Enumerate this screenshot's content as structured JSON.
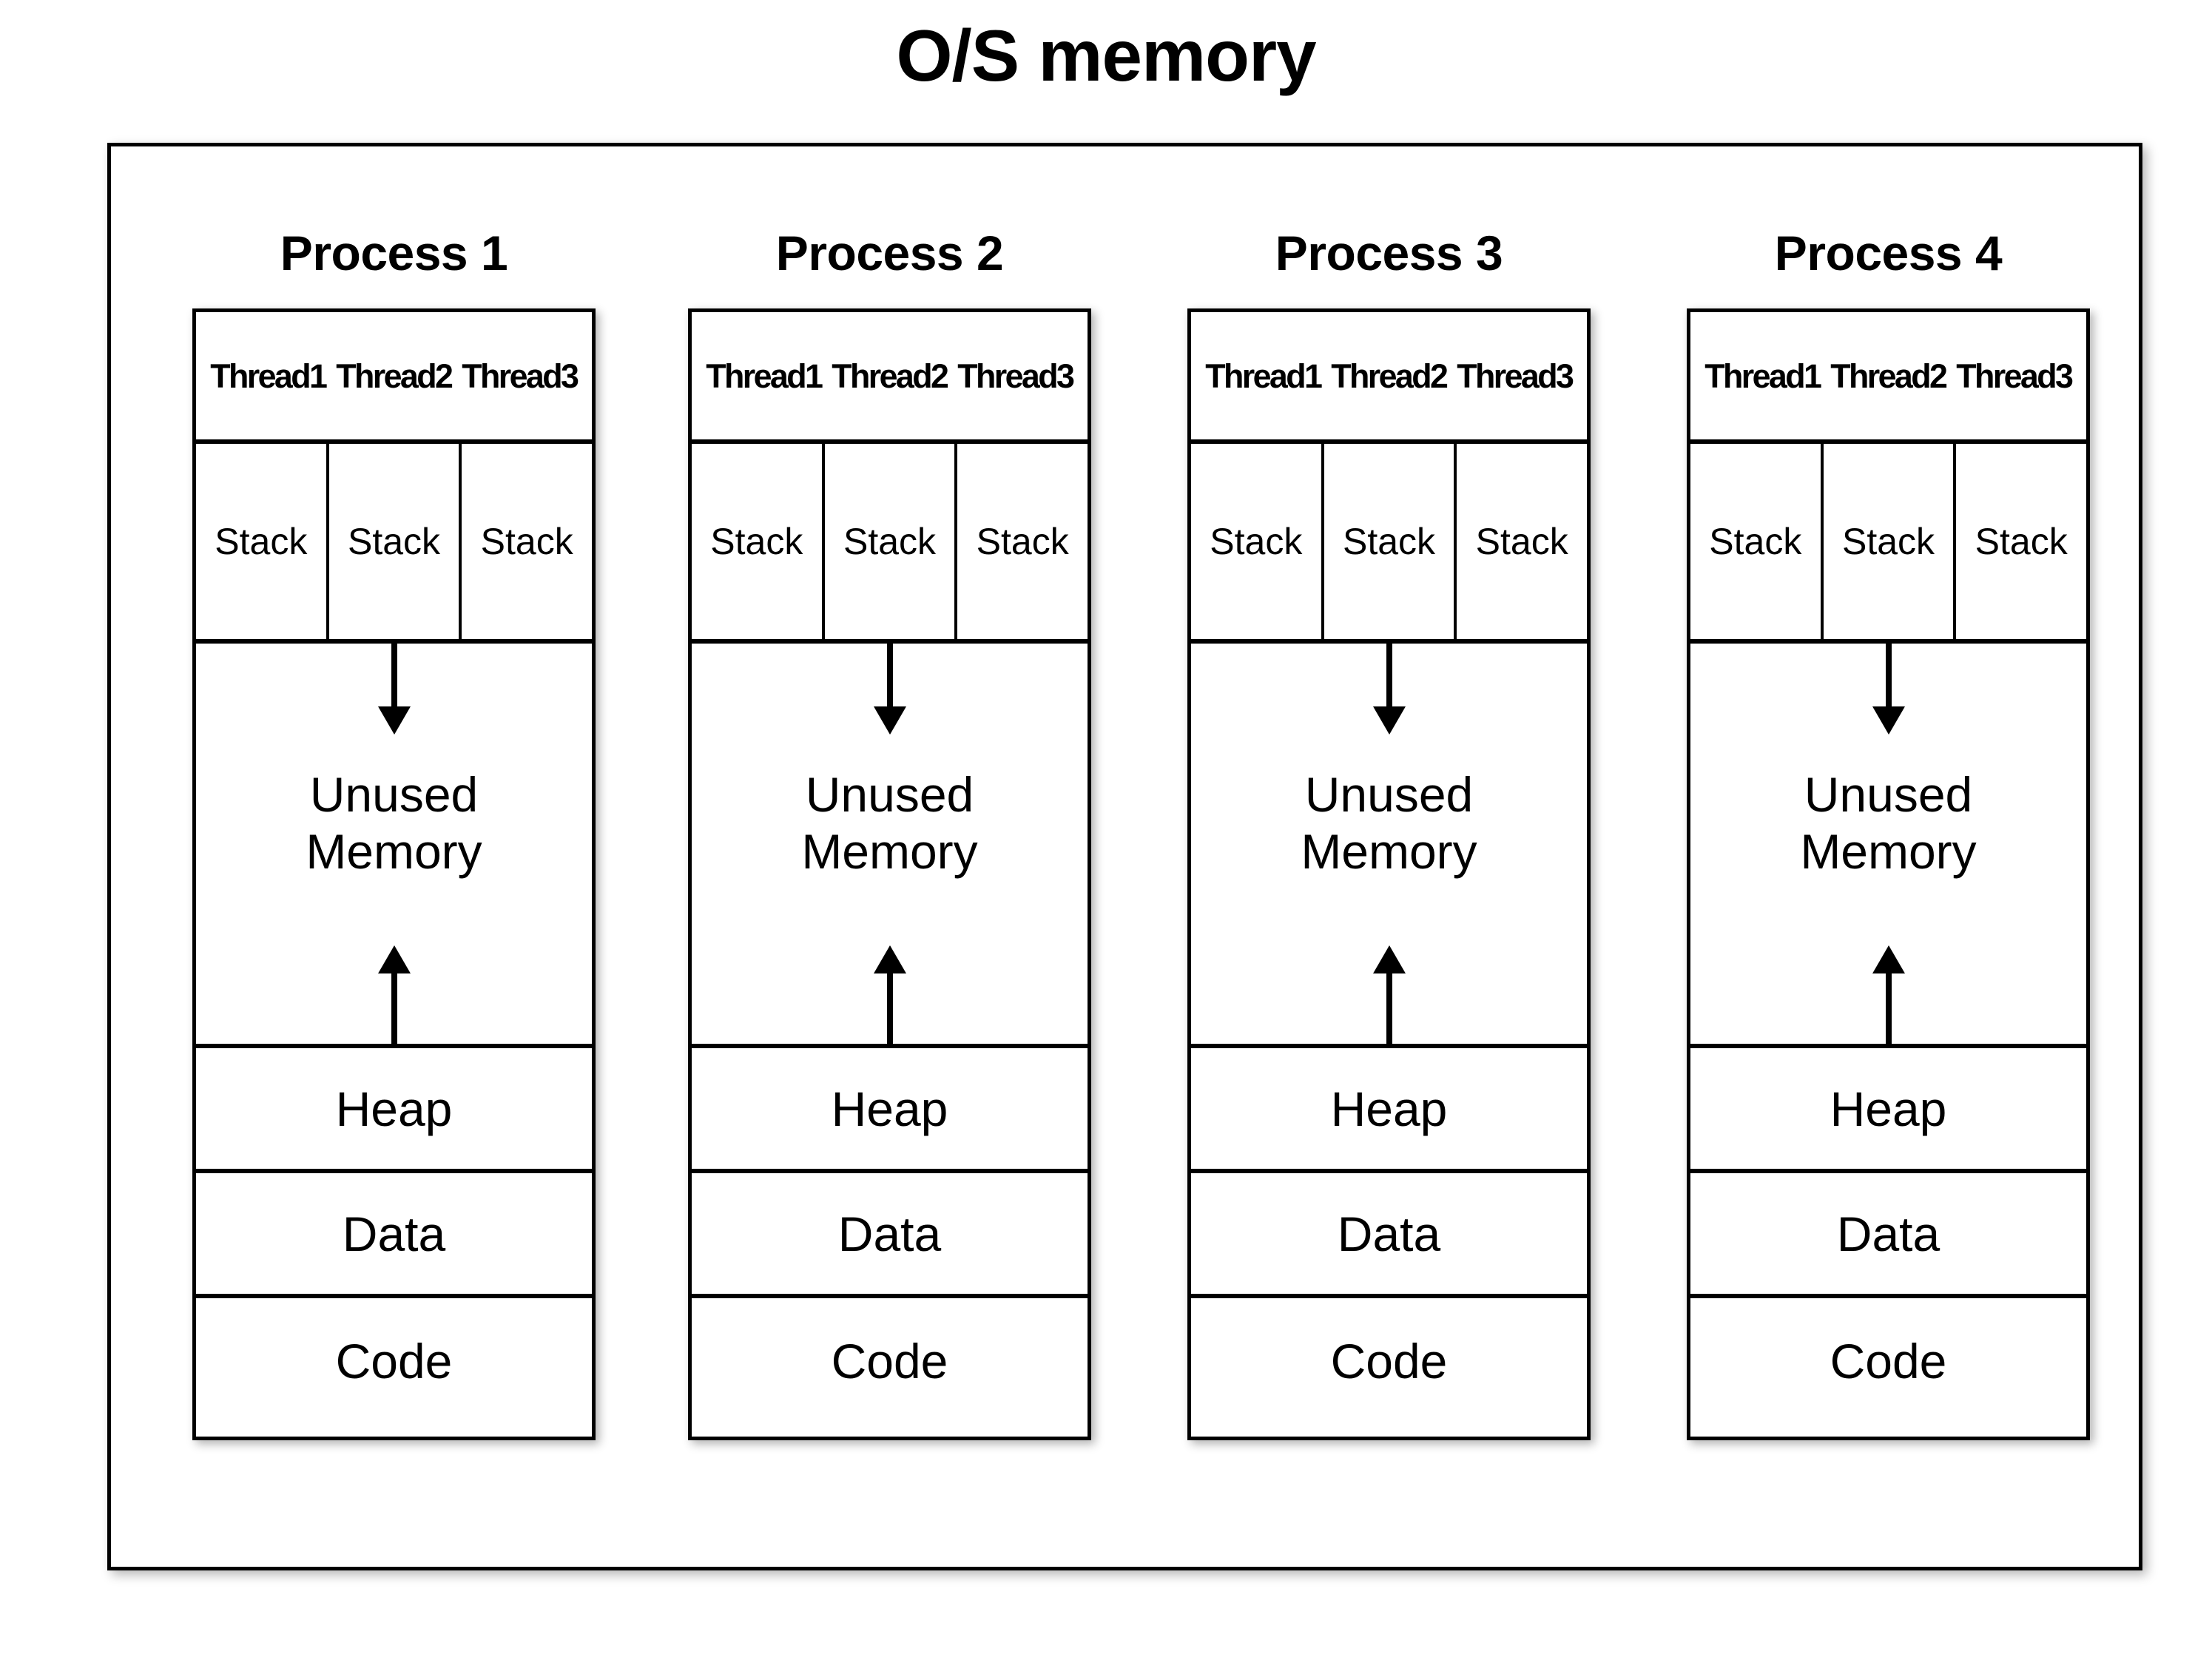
{
  "title": "O/S memory",
  "frame": {
    "name": "os-memory-frame"
  },
  "colors": {
    "background": "#ffffff",
    "stroke": "#000000",
    "text": "#000000"
  },
  "thread_labels": [
    "Thread1",
    "Thread2",
    "Thread3"
  ],
  "stack_label": "Stack",
  "unused_memory": {
    "line1": "Unused",
    "line2": "Memory"
  },
  "segments": {
    "heap": "Heap",
    "data": "Data",
    "code": "Code"
  },
  "arrows": {
    "down": "arrow-down",
    "up": "arrow-up"
  },
  "processes": [
    {
      "title": "Process 1"
    },
    {
      "title": "Process 2"
    },
    {
      "title": "Process 3"
    },
    {
      "title": "Process 4"
    }
  ]
}
